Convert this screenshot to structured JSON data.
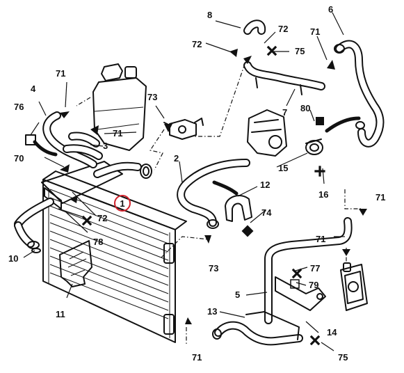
{
  "callouts": {
    "c1": "1",
    "c2": "2",
    "c3": "3",
    "c4": "4",
    "c5": "5",
    "c6": "6",
    "c7": "7",
    "c8": "8",
    "c10": "10",
    "c11": "11",
    "c12": "12",
    "c13": "13",
    "c14": "14",
    "c15": "15",
    "c16": "16",
    "c70": "70",
    "c71a": "71",
    "c71b": "71",
    "c71c": "71",
    "c71d": "71",
    "c71e": "71",
    "c71f": "71",
    "c72a": "72",
    "c72b": "72",
    "c72c": "72",
    "c73a": "73",
    "c73b": "73",
    "c74": "74",
    "c75a": "75",
    "c75b": "75",
    "c76": "76",
    "c77": "77",
    "c78": "78",
    "c79": "79",
    "c80": "80"
  },
  "highlight": {
    "label": "1",
    "ring_color": "#d0202a"
  },
  "colors": {
    "line": "#111111",
    "background": "#ffffff"
  }
}
